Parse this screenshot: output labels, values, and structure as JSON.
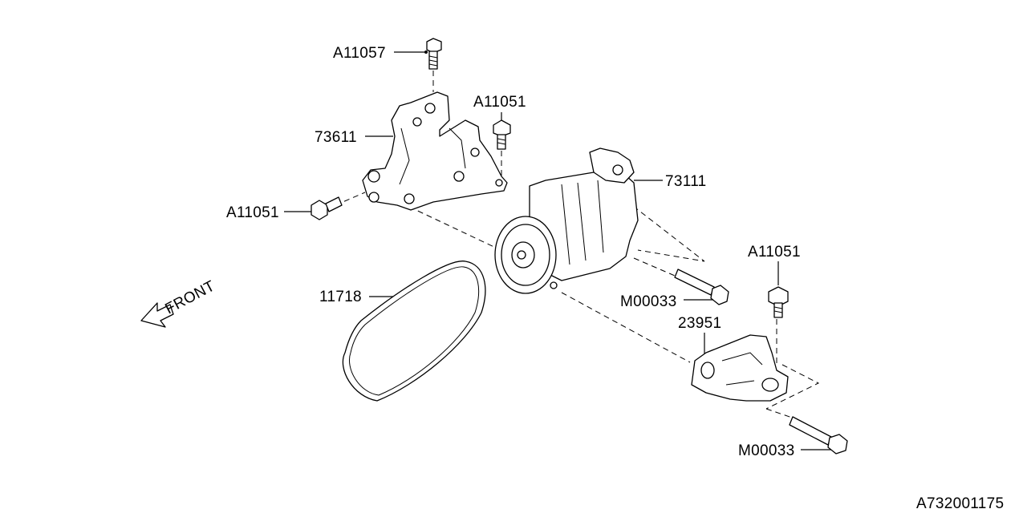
{
  "diagram": {
    "callouts": {
      "a11057_top": "A11057",
      "a11051_upper": "A11051",
      "p73611": "73611",
      "p73111": "73111",
      "a11051_left": "A11051",
      "a11051_right": "A11051",
      "m00033_mid": "M00033",
      "p23951": "23951",
      "p11718": "11718",
      "m00033_bottom": "M00033"
    },
    "front_label": "FRONT",
    "diagram_id": "A732001175"
  }
}
